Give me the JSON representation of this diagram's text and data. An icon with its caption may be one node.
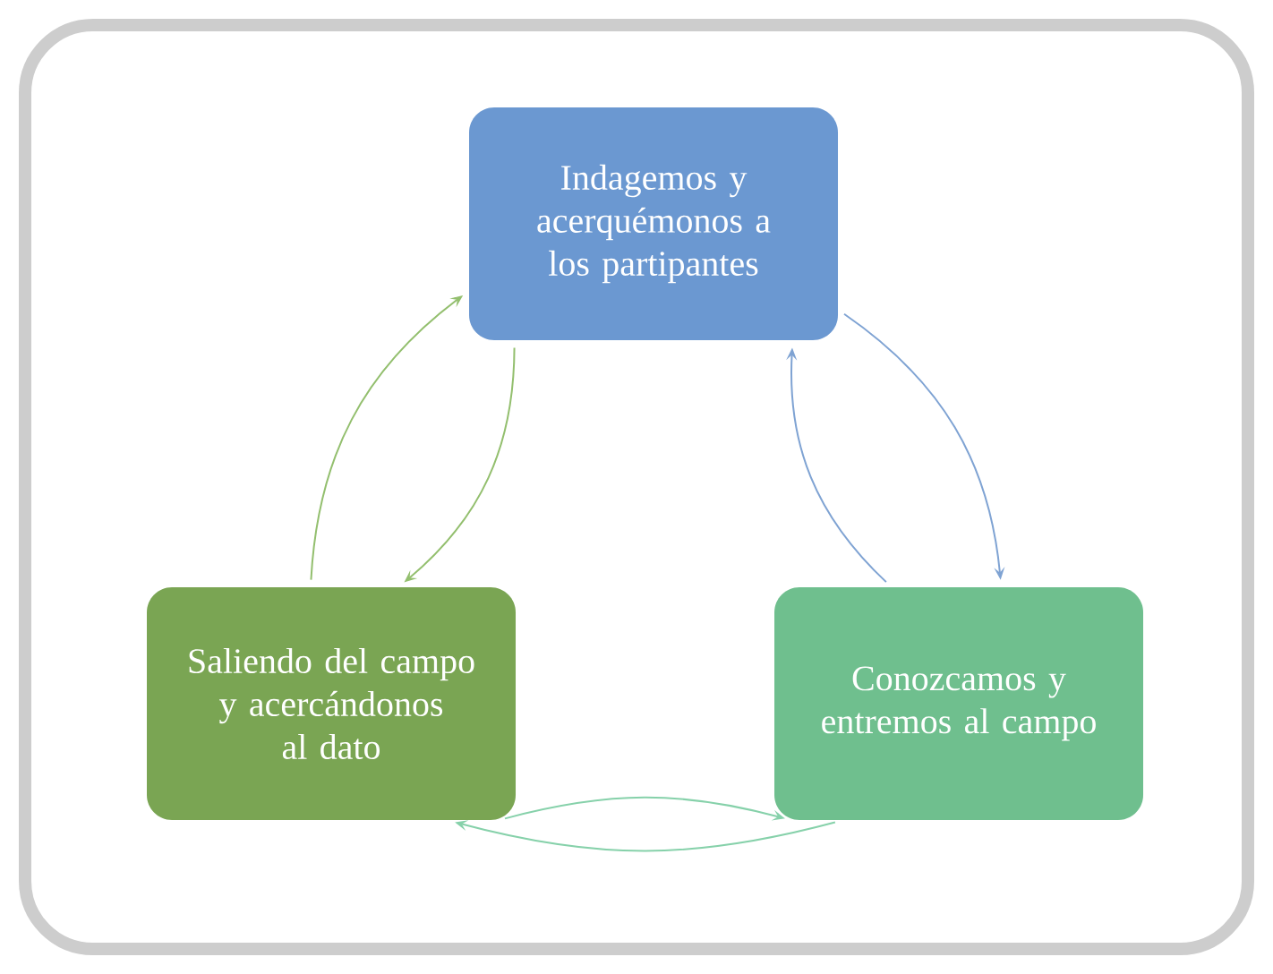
{
  "diagram": {
    "nodes": [
      {
        "text": [
          "Indagemos y acerquémonos a los partipantes"
        ]
      },
      {
        "text": [
          "Conozcamos y entremos al campo"
        ]
      },
      {
        "text": [
          "Saliendo del campo y acercándonos al dato"
        ]
      }
    ],
    "edges": [
      {
        "from": 0,
        "to": 1,
        "arrow": "to",
        "color": "#7fa3d3"
      },
      {
        "from": 1,
        "to": 0,
        "arrow": "to",
        "color": "#7fa3d3"
      },
      {
        "from": 2,
        "to": 1,
        "arrow": "to",
        "color": "#86d1aa"
      },
      {
        "from": 1,
        "to": 2,
        "arrow": "to",
        "color": "#86d1aa"
      },
      {
        "from": 0,
        "to": 2,
        "arrow": "to",
        "color": "#93bf6e"
      },
      {
        "from": 2,
        "to": 0,
        "arrow": "to",
        "color": "#93bf6e"
      }
    ]
  }
}
